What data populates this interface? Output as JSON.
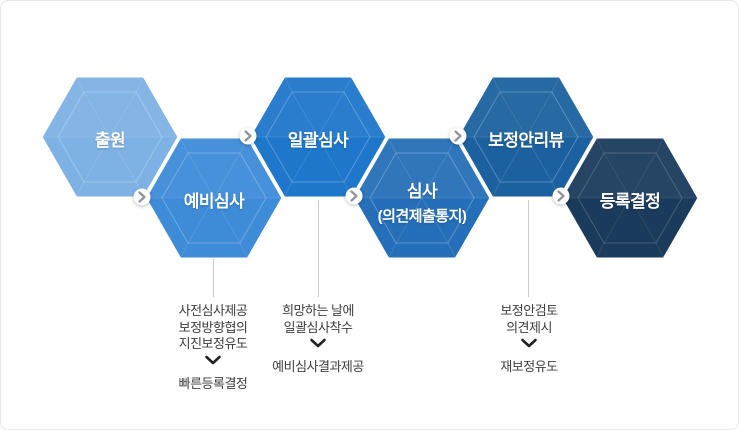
{
  "page": {
    "background_color": "#ffffff",
    "border_color": "#e7e7ec"
  },
  "diagram": {
    "steps": [
      {
        "label": "출원",
        "color": "#7eb2e4"
      },
      {
        "label": "예비심사",
        "color": "#3e8bd8"
      },
      {
        "label": "일괄심사",
        "color": "#1e77ca"
      },
      {
        "label": "심사",
        "sublabel": "(의견제출통지)",
        "color": "#256fb8"
      },
      {
        "label": "보정안리뷰",
        "color": "#1c619f"
      },
      {
        "label": "등록결정",
        "color": "#1b3b5d"
      }
    ],
    "icons": {
      "junction": "chevron-right-icon",
      "note_arrow": "chevron-down-icon"
    },
    "icon_colors": {
      "junction_circle": "#ffffff",
      "junction_chevron": "#8d939b",
      "note_arrow": "#222222",
      "connector_line": "#c8ccd1"
    },
    "notes": [
      {
        "anchor": "예비심사",
        "lines": [
          "사전심사제공",
          "보정방향협의",
          "지진보정유도"
        ],
        "result": "빠른등록결정"
      },
      {
        "anchor": "일괄심사",
        "lines": [
          "희망하는 날에",
          "일괄심사착수"
        ],
        "result": "예비심사결과제공"
      },
      {
        "anchor": "보정안리뷰",
        "lines": [
          "보정안검토",
          "의견제시"
        ],
        "result": "재보정유도"
      }
    ]
  }
}
